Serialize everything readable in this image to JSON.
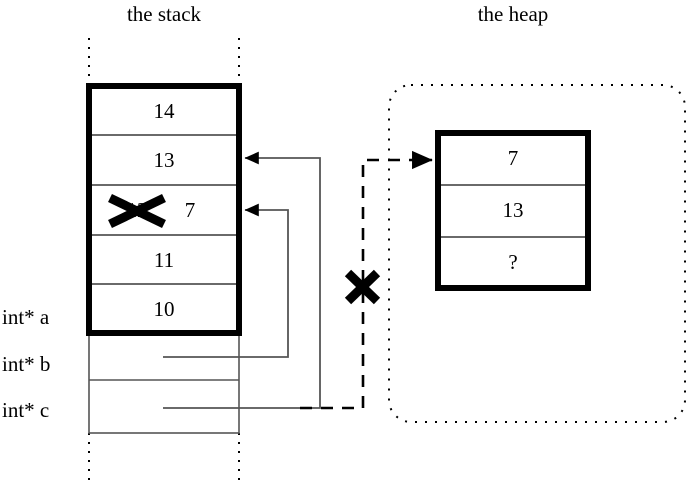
{
  "titles": {
    "stack": "the stack",
    "heap": "the heap"
  },
  "side_labels": {
    "a": "int* a",
    "b": "int* b",
    "c": "int* c"
  },
  "stack": {
    "cells": [
      {
        "value": "14",
        "struck": false
      },
      {
        "value": "13",
        "struck": false
      },
      {
        "value": "12",
        "struck": true,
        "replacement": "7"
      },
      {
        "value": "11",
        "struck": false
      },
      {
        "value": "10",
        "struck": false
      }
    ],
    "pointer_slots": [
      "",
      ""
    ]
  },
  "heap": {
    "cells": [
      {
        "value": "7"
      },
      {
        "value": "13"
      },
      {
        "value": "?"
      }
    ]
  },
  "annotations": {
    "crossed_cell_note": "7",
    "invalidated_pointer_mark": "X",
    "unknown_value": "?"
  },
  "colors": {
    "ink": "#000000",
    "rule": "#555555",
    "background": "#ffffff"
  }
}
